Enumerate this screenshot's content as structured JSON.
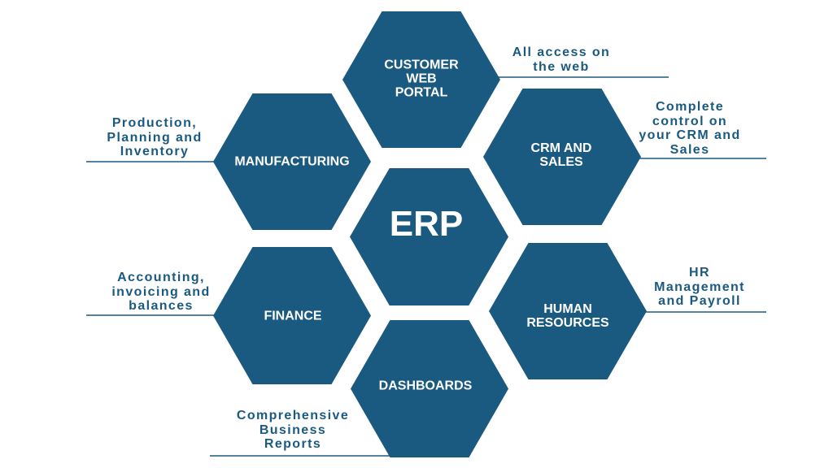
{
  "colors": {
    "hex_fill": "#1b5a80",
    "line": "#1b5a80",
    "label_text": "#ffffff",
    "note_text": "#1b5a80",
    "background": "#ffffff"
  },
  "center": {
    "label": "ERP"
  },
  "modules": [
    {
      "id": "customer-web-portal",
      "label": "CUSTOMER\nWEB\nPORTAL",
      "note": "All access on\nthe web"
    },
    {
      "id": "manufacturing",
      "label": "MANUFACTURING",
      "note": "Production,\nPlanning and\nInventory"
    },
    {
      "id": "crm-and-sales",
      "label": "CRM AND\nSALES",
      "note": "Complete\ncontrol on\nyour CRM and\nSales"
    },
    {
      "id": "finance",
      "label": "FINANCE",
      "note": "Accounting,\ninvoicing and\nbalances"
    },
    {
      "id": "human-resources",
      "label": "HUMAN\nRESOURCES",
      "note": "HR\nManagement\nand Payroll"
    },
    {
      "id": "dashboards",
      "label": "DASHBOARDS",
      "note": "Comprehensive\nBusiness\nReports"
    }
  ]
}
